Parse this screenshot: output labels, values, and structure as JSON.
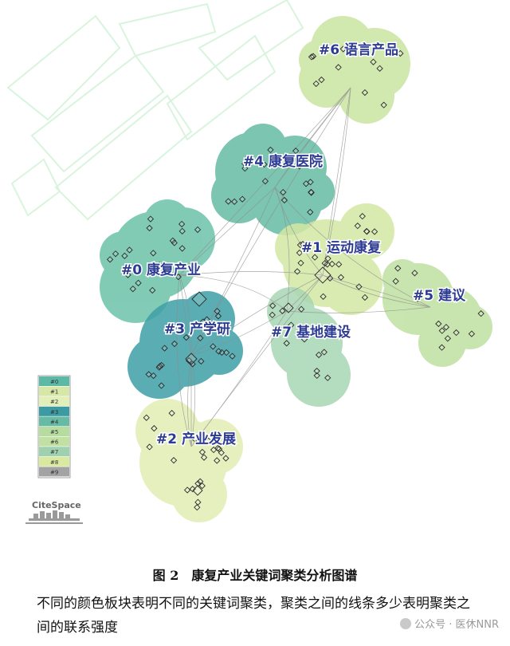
{
  "figure": {
    "caption": "图 2　康复产业关键词聚类分析图谱",
    "description": "不同的颜色板块表明不同的关键词聚类，聚类之间的线条多少表明聚类之间的联系强度",
    "watermark": "公众号 · 医休NNR",
    "brand": "CiteSpace"
  },
  "clusters": [
    {
      "id": "#0",
      "label": "#0 康复产业",
      "color": "#6cc2a9"
    },
    {
      "id": "#1",
      "label": "#1 运动康复",
      "color": "#d4e8a4"
    },
    {
      "id": "#2",
      "label": "#2 产业发展",
      "color": "#e2eeb4"
    },
    {
      "id": "#3",
      "label": "#3 产学研",
      "color": "#3e9fa6"
    },
    {
      "id": "#4",
      "label": "#4 康复医院",
      "color": "#66bba3"
    },
    {
      "id": "#5",
      "label": "#5 建议",
      "color": "#bfe0a2"
    },
    {
      "id": "#6",
      "label": "#6 语言产品",
      "color": "#c9e4a2"
    },
    {
      "id": "#7",
      "label": "#7 基地建设",
      "color": "#a8d6b3"
    }
  ],
  "legend": [
    {
      "label": "#0",
      "color": "#5cb9a6"
    },
    {
      "label": "#1",
      "color": "#d6e7a8"
    },
    {
      "label": "#2",
      "color": "#e3efb9"
    },
    {
      "label": "#3",
      "color": "#3c9aa3"
    },
    {
      "label": "#4",
      "color": "#67baa3"
    },
    {
      "label": "#5",
      "color": "#b7dca0"
    },
    {
      "label": "#6",
      "color": "#c2e0a3"
    },
    {
      "label": "#7",
      "color": "#9fd0b0"
    },
    {
      "label": "#8",
      "color": "#d9e9a0"
    },
    {
      "label": "#9",
      "color": "#a3a3a3"
    }
  ]
}
